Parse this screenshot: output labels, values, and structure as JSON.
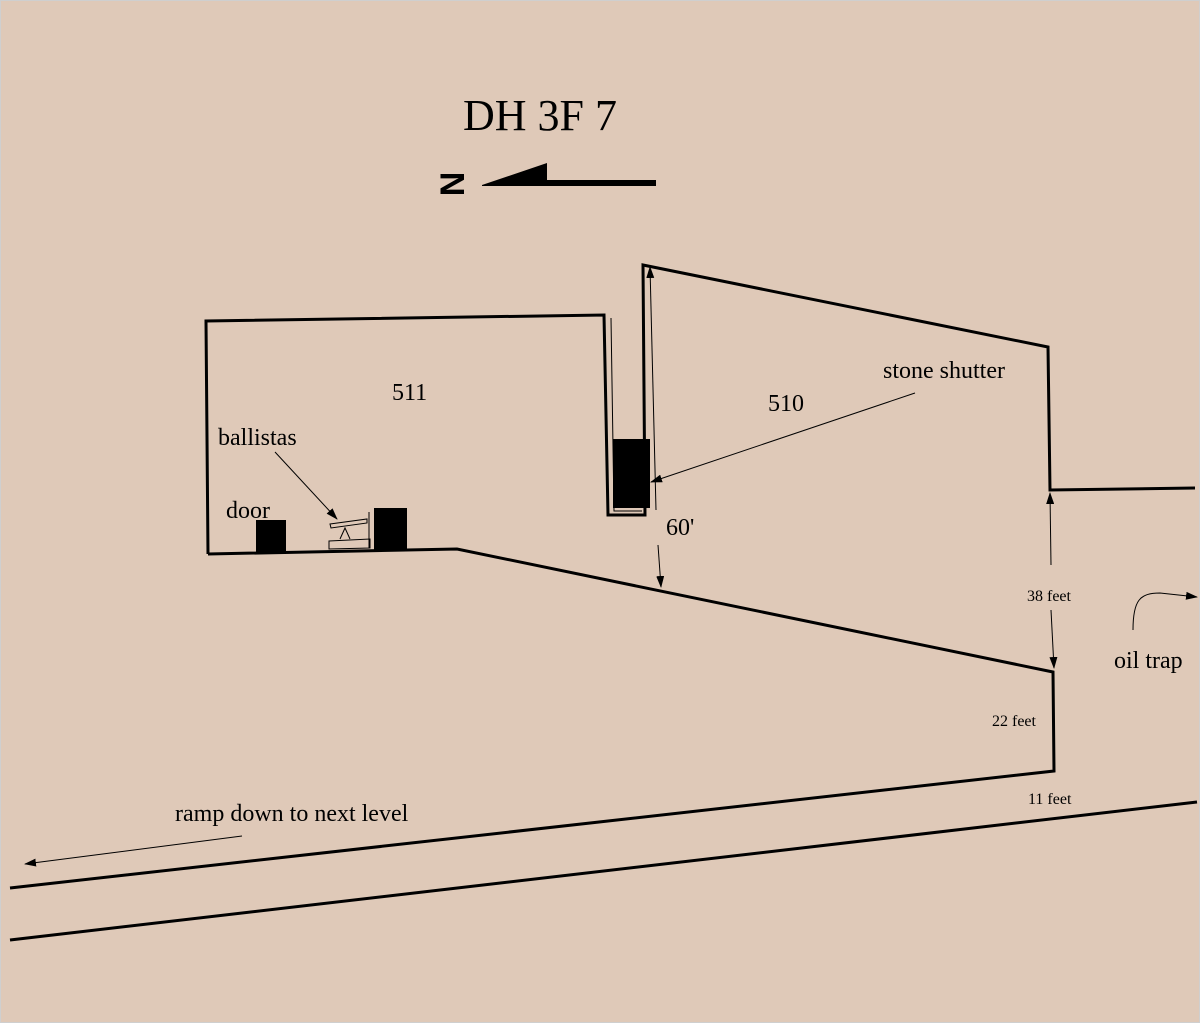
{
  "title": "DH 3F 7",
  "compass": {
    "letter": "N"
  },
  "rooms": [
    {
      "label": "511"
    },
    {
      "label": "510"
    }
  ],
  "labels": {
    "ballistas": "ballistas",
    "door": "door",
    "stone_shutter": "stone shutter",
    "height_60": "60'",
    "feet_38": "38 feet",
    "feet_22": "22 feet",
    "feet_11": "11 feet",
    "oil_trap": "oil trap",
    "ramp": "ramp down to next level"
  }
}
